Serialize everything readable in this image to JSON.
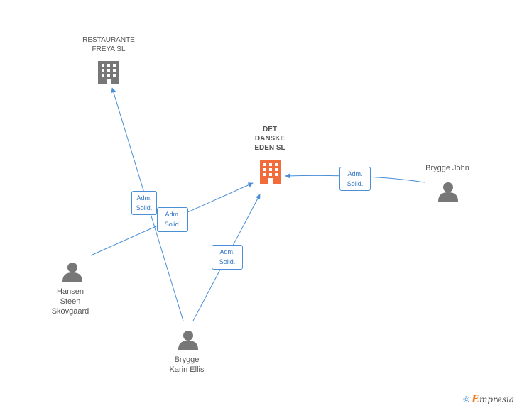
{
  "nodes": {
    "restaurante": {
      "label": "RESTAURANTE\nFREYA SL",
      "icon": "building-icon",
      "color": "#777777"
    },
    "det_danske": {
      "label": "DET\nDANSKE\nEDEN SL",
      "icon": "building-icon",
      "color": "#f26b3a"
    },
    "brygge_john": {
      "label": "Brygge John",
      "icon": "person-icon",
      "color": "#777777"
    },
    "hansen": {
      "label": "Hansen\nSteen\nSkovgaard",
      "icon": "person-icon",
      "color": "#777777"
    },
    "brygge_karin": {
      "label": "Brygge\nKarin Ellis",
      "icon": "person-icon",
      "color": "#777777"
    }
  },
  "edges": [
    {
      "from": "brygge_karin",
      "to": "restaurante",
      "line1": "Adm.",
      "line2": "Solid."
    },
    {
      "from": "hansen",
      "to": "det_danske",
      "line1": "Adm.",
      "line2": "Solid."
    },
    {
      "from": "brygge_karin",
      "to": "det_danske",
      "line1": "Adm.",
      "line2": "Solid."
    },
    {
      "from": "brygge_john",
      "to": "det_danske",
      "line1": "Adm.",
      "line2": "Solid."
    }
  ],
  "colors": {
    "edge": "#4a8fd6",
    "highlight": "#f26b3a",
    "neutral": "#777777"
  },
  "footer": {
    "copyright": "©",
    "brand_initial": "E",
    "brand_rest": "mpresia"
  }
}
